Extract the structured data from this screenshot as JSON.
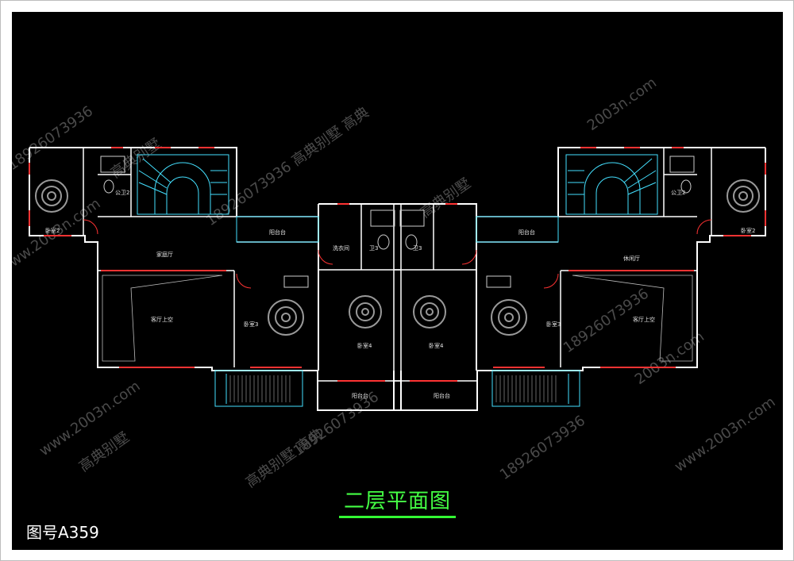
{
  "drawing": {
    "title": "二层平面图",
    "drawing_number": "图号A359",
    "watermarks": [
      "18926073936",
      "www.2003n.com",
      "高典别墅",
      "18926073936  高典别墅  高典",
      "2003n.com",
      "18926073936",
      "高典别墅",
      "www.2003n.com",
      "18926073936",
      "高典别墅  高典"
    ],
    "rooms": {
      "bedroom2_left": "卧室2",
      "bedroom2_right": "卧室2",
      "bath2_left": "公卫2",
      "bath2_right": "公卫2",
      "family_left": "家庭厅",
      "family_right": "休闲厅",
      "void_left": "客厅上空",
      "void_right": "客厅上空",
      "bedroom3_left": "卧室3",
      "bedroom3_right": "卧室3",
      "bedroom4_left": "卧室4",
      "bedroom4_right": "卧室4",
      "balcony_left": "阳台台",
      "balcony_right": "阳台台",
      "balcony_bottom_left": "阳台台",
      "balcony_bottom_right": "阳台台",
      "laundry": "洗衣间",
      "wc3_left": "卫3",
      "wc3_right": "卫3"
    }
  },
  "colors": {
    "background": "#000000",
    "wall": "#ffffff",
    "window": "#ff3333",
    "stair": "#44e0ff",
    "title": "#44ff44"
  }
}
